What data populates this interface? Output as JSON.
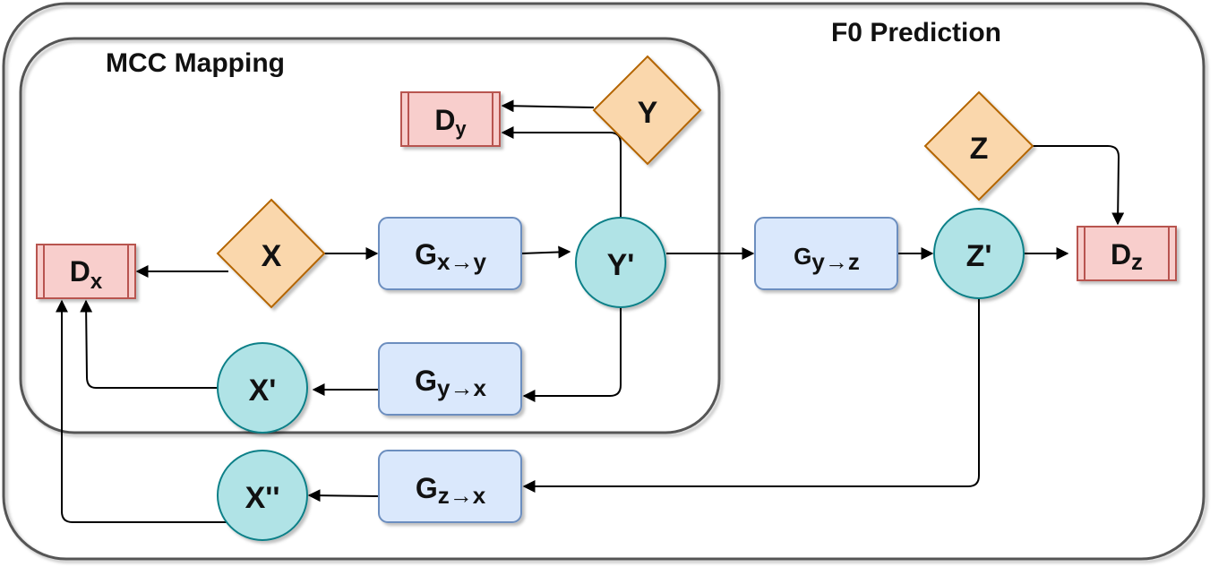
{
  "groups": {
    "outer": {
      "title": "F0 Prediction"
    },
    "inner": {
      "title": "MCC Mapping"
    }
  },
  "nodes": {
    "x": {
      "label": "X"
    },
    "y": {
      "label": "Y"
    },
    "z": {
      "label": "Z"
    },
    "y_prime": {
      "label": "Y'"
    },
    "z_prime": {
      "label": "Z'"
    },
    "x_prime": {
      "label": "X'"
    },
    "x_dprime": {
      "label": "X''"
    },
    "g_xy": {
      "base": "G",
      "sub": "x→y"
    },
    "g_yx": {
      "base": "G",
      "sub": "y→x"
    },
    "g_yz": {
      "base": "G",
      "sub": "y→z"
    },
    "g_zx": {
      "base": "G",
      "sub": "z→x"
    },
    "d_x": {
      "base": "D",
      "sub": "x"
    },
    "d_y": {
      "base": "D",
      "sub": "y"
    },
    "d_z": {
      "base": "D",
      "sub": "z"
    }
  },
  "colors": {
    "generator_fill": "#dae8fc",
    "generator_stroke": "#6c8ebf",
    "input_fill": "#fad7ac",
    "input_stroke": "#b46504",
    "output_fill": "#b0e3e6",
    "output_stroke": "#0e8088",
    "discriminator_fill": "#f8cecc",
    "discriminator_stroke": "#b85450"
  }
}
